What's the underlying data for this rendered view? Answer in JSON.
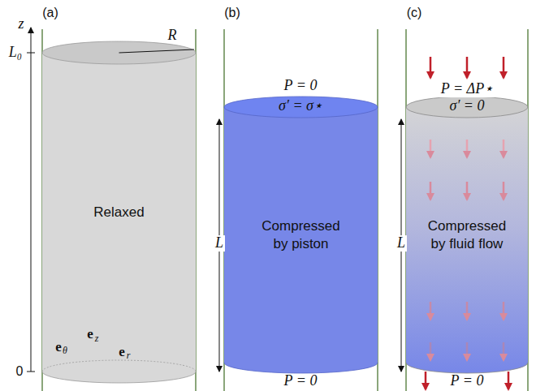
{
  "diagram": {
    "nodes": [
      {
        "text": [
          "Relaxed"
        ]
      },
      {
        "text": [
          "Compressed by piston"
        ]
      },
      {
        "text": [
          "Compressed by fluid flow"
        ]
      }
    ],
    "labels": [
      "(a)",
      "(b)",
      "(c)",
      "z",
      "L₀",
      "R",
      "0",
      "e",
      "z",
      "e",
      "θ",
      "e",
      "r",
      "P = 0",
      "σ′ = σ⋆",
      "L",
      "P = 0",
      "P = ΔP⋆",
      "σ′ = 0",
      "L",
      "P = 0"
    ]
  }
}
